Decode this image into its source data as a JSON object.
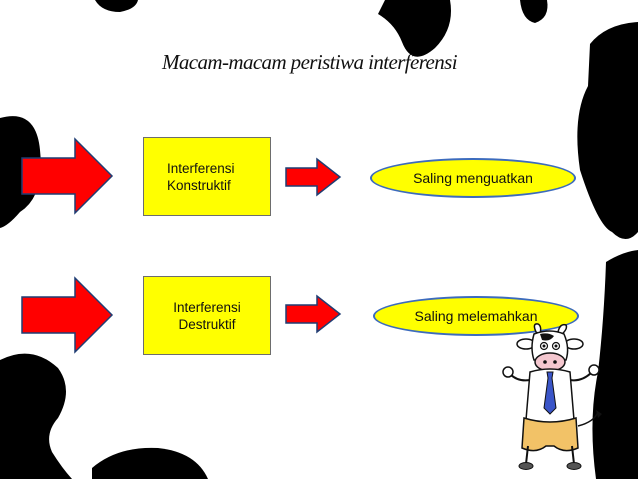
{
  "slide": {
    "title": "Macam-macam peristiwa interferensi"
  },
  "rows": [
    {
      "type_line1": "Interferensi",
      "type_line2": "Konstruktif",
      "result": "Saling menguatkan"
    },
    {
      "type_line1": "Interferensi",
      "type_line2": "Destruktif",
      "result": "Saling melemahkan"
    }
  ],
  "colors": {
    "box_fill": "#ffff00",
    "pill_border": "#3c6bbd",
    "arrow_fill": "#ff0000",
    "background_spots": "#000000"
  },
  "icons": [
    "cow-spots-background",
    "arrow-right-icon",
    "cow-mascot-illustration"
  ]
}
